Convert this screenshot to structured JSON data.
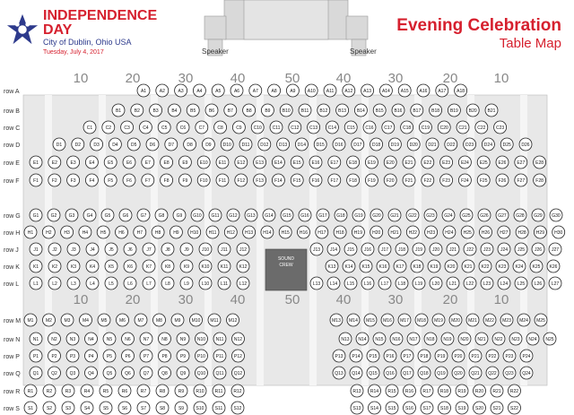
{
  "header": {
    "logo_line1": "INDEPENDENCE",
    "logo_line2": "DAY",
    "logo_city": "City of Dublin, Ohio USA",
    "logo_date": "Tuesday, July 4, 2017",
    "event_title": "Evening Celebration",
    "event_subtitle": "Table Map",
    "speaker_left": "Speaker",
    "speaker_right": "Speaker",
    "sound_booth_line1": "SOUND",
    "sound_booth_line2": "CREW"
  },
  "colors": {
    "brand_red": "#d6202e",
    "brand_blue": "#2d3a8c",
    "floor_gray": "#e8e8e8",
    "stage_gray": "#d9d9d9",
    "booth_gray": "#6b6b6b"
  },
  "column_scale": {
    "top_labels": [
      "10",
      "20",
      "30",
      "40",
      "50",
      "40",
      "30",
      "20",
      "10"
    ],
    "mid_labels": [
      "10",
      "20",
      "30",
      "40",
      "50",
      "40",
      "30",
      "20",
      "10"
    ]
  },
  "rows": [
    {
      "letter": "A",
      "label": "row A",
      "seats": [
        "A1",
        "A2",
        "A3",
        "A4",
        "A5",
        "A6",
        "A7",
        "A8",
        "A9",
        "A10",
        "A11",
        "A12",
        "A13",
        "A14",
        "A15",
        "A16",
        "A17",
        "A18"
      ]
    },
    {
      "letter": "B",
      "label": "row B",
      "seats": [
        "B1",
        "B2",
        "B3",
        "B4",
        "B5",
        "B6",
        "B7",
        "B8",
        "B9",
        "B10",
        "B11",
        "B12",
        "B13",
        "B14",
        "B15",
        "B16",
        "B17",
        "B18",
        "B19",
        "B20",
        "B21"
      ]
    },
    {
      "letter": "C",
      "label": "row C",
      "seats": [
        "C1",
        "C2",
        "C3",
        "C4",
        "C5",
        "C6",
        "C7",
        "C8",
        "C9",
        "C10",
        "C11",
        "C12",
        "C13",
        "C14",
        "C15",
        "C16",
        "C17",
        "C18",
        "C19",
        "C20",
        "C21",
        "C22",
        "C23"
      ]
    },
    {
      "letter": "D",
      "label": "row D",
      "seats": [
        "D1",
        "D2",
        "D3",
        "D4",
        "D5",
        "D6",
        "D7",
        "D8",
        "D9",
        "D10",
        "D11",
        "D12",
        "D13",
        "D14",
        "D15",
        "D16",
        "D17",
        "D18",
        "D19",
        "D20",
        "D21",
        "D22",
        "D23",
        "D24",
        "D25",
        "D26"
      ]
    },
    {
      "letter": "E",
      "label": "row E",
      "seats": [
        "E1",
        "E2",
        "E3",
        "E4",
        "E5",
        "E6",
        "E7",
        "E8",
        "E9",
        "E10",
        "E11",
        "E12",
        "E13",
        "E14",
        "E15",
        "E16",
        "E17",
        "E18",
        "E19",
        "E20",
        "E21",
        "E22",
        "E23",
        "E24",
        "E25",
        "E26",
        "E27",
        "E28"
      ]
    },
    {
      "letter": "F",
      "label": "row F",
      "seats": [
        "F1",
        "F2",
        "F3",
        "F4",
        "F5",
        "F6",
        "F7",
        "F8",
        "F9",
        "F10",
        "F11",
        "F12",
        "F13",
        "F14",
        "F15",
        "F16",
        "F17",
        "F18",
        "F19",
        "F20",
        "F21",
        "F22",
        "F23",
        "F24",
        "F25",
        "F26",
        "F27",
        "F28"
      ]
    },
    {
      "letter": "G",
      "label": "row G",
      "seats": [
        "G1",
        "G2",
        "G3",
        "G4",
        "G5",
        "G6",
        "G7",
        "G8",
        "G9",
        "G10",
        "G11",
        "G12",
        "G13",
        "G14",
        "G15",
        "G16",
        "G17",
        "G18",
        "G19",
        "G20",
        "G21",
        "G22",
        "G23",
        "G24",
        "G25",
        "G26",
        "G27",
        "G28",
        "G29",
        "G30"
      ]
    },
    {
      "letter": "H",
      "label": "row H",
      "seats": [
        "H1",
        "H2",
        "H3",
        "H4",
        "H5",
        "H6",
        "H7",
        "H8",
        "H9",
        "H10",
        "H11",
        "H12",
        "H13",
        "H14",
        "H15",
        "H16",
        "H17",
        "H18",
        "H19",
        "H20",
        "H21",
        "H22",
        "H23",
        "H24",
        "H25",
        "H26",
        "H27",
        "H28",
        "H29",
        "H30"
      ]
    },
    {
      "letter": "J",
      "label": "row J",
      "seats": [
        "J1",
        "J2",
        "J3",
        "J4",
        "J5",
        "J6",
        "J7",
        "J8",
        "J9",
        "J10",
        "J11",
        "J12",
        "J13",
        "J14",
        "J15",
        "J16",
        "J17",
        "J18",
        "J19",
        "J20",
        "J21",
        "J22",
        "J23",
        "J24",
        "J25",
        "J26",
        "J27"
      ]
    },
    {
      "letter": "K",
      "label": "row K",
      "seats": [
        "K1",
        "K2",
        "K3",
        "K4",
        "K5",
        "K6",
        "K7",
        "K8",
        "K9",
        "K10",
        "K11",
        "K12",
        "K13",
        "K14",
        "K15",
        "K16",
        "K17",
        "K18",
        "K19",
        "K20",
        "K21",
        "K22",
        "K23",
        "K24",
        "K25",
        "K26"
      ]
    },
    {
      "letter": "L",
      "label": "row L",
      "seats": [
        "L1",
        "L2",
        "L3",
        "L4",
        "L5",
        "L6",
        "L7",
        "L8",
        "L9",
        "L10",
        "L11",
        "L12",
        "L13",
        "L14",
        "L15",
        "L16",
        "L17",
        "L18",
        "L19",
        "L20",
        "L21",
        "L22",
        "L23",
        "L24",
        "L25",
        "L26",
        "L27"
      ]
    },
    {
      "letter": "M",
      "label": "row M",
      "seats": [
        "M1",
        "M2",
        "M3",
        "M4",
        "M5",
        "M6",
        "M7",
        "M8",
        "M9",
        "M10",
        "M11",
        "M12",
        "M13",
        "M14",
        "M15",
        "M16",
        "M17",
        "M18",
        "M19",
        "M20",
        "M21",
        "M22",
        "M23",
        "M24",
        "M25"
      ]
    },
    {
      "letter": "N",
      "label": "row N",
      "seats": [
        "N1",
        "N2",
        "N3",
        "N4",
        "N5",
        "N6",
        "N7",
        "N8",
        "N9",
        "N10",
        "N11",
        "N12",
        "N13",
        "N14",
        "N15",
        "N16",
        "N17",
        "N18",
        "N19",
        "N20",
        "N21",
        "N22",
        "N23",
        "N24",
        "N25"
      ]
    },
    {
      "letter": "P",
      "label": "row P",
      "seats": [
        "P1",
        "P2",
        "P3",
        "P4",
        "P5",
        "P6",
        "P7",
        "P8",
        "P9",
        "P10",
        "P11",
        "P12",
        "P13",
        "P14",
        "P15",
        "P16",
        "P17",
        "P18",
        "P19",
        "P20",
        "P21",
        "P22",
        "P23",
        "P24"
      ]
    },
    {
      "letter": "Q",
      "label": "row Q",
      "seats": [
        "Q1",
        "Q2",
        "Q3",
        "Q4",
        "Q5",
        "Q6",
        "Q7",
        "Q8",
        "Q9",
        "Q10",
        "Q11",
        "Q12",
        "Q13",
        "Q14",
        "Q15",
        "Q16",
        "Q17",
        "Q18",
        "Q19",
        "Q20",
        "Q21",
        "Q22",
        "Q23",
        "Q24"
      ]
    },
    {
      "letter": "R",
      "label": "row R",
      "seats": [
        "R1",
        "R2",
        "R3",
        "R4",
        "R5",
        "R6",
        "R7",
        "R8",
        "R9",
        "R10",
        "R11",
        "R12",
        "R13",
        "R14",
        "R15",
        "R16",
        "R17",
        "R18",
        "R19",
        "R20",
        "R21",
        "R22"
      ]
    },
    {
      "letter": "S",
      "label": "row S",
      "seats": [
        "S1",
        "S2",
        "S3",
        "S4",
        "S5",
        "S6",
        "S7",
        "S8",
        "S9",
        "S10",
        "S11",
        "S12",
        "S13",
        "S14",
        "S15",
        "S16",
        "S17",
        "S18",
        "S19",
        "S20",
        "S21",
        "S22"
      ]
    }
  ]
}
